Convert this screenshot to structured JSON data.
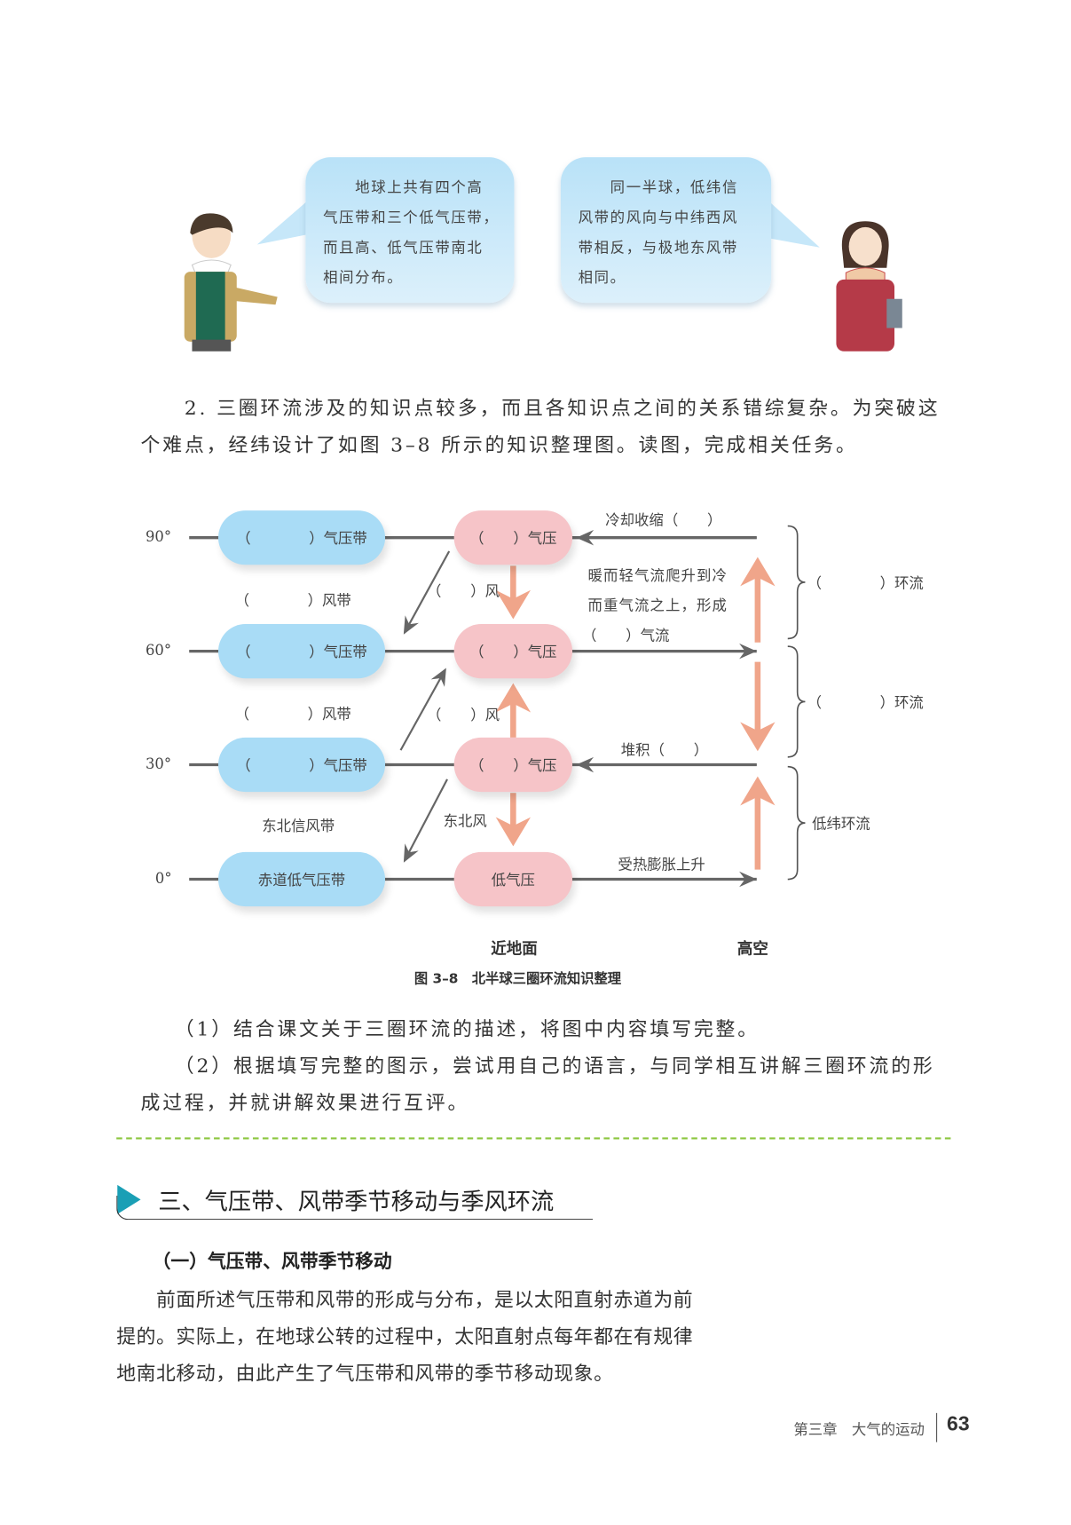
{
  "bubbles": [
    {
      "lines": [
        "　　地球上共有四个高",
        "气压带和三个低气压带，",
        "而且高、低气压带南北",
        "相间分布。"
      ]
    },
    {
      "lines": [
        "　　同一半球，低纬信",
        "风带的风向与中纬西风",
        "带相反，与极地东风带",
        "相同。"
      ]
    }
  ],
  "intro": {
    "line1": "2. 三圈环流涉及的知识点较多，而且各知识点之间的关系错综复杂。为突破这",
    "line2": "个难点，经纬设计了如图 3–8 所示的知识整理图。读图，完成相关任务。"
  },
  "diagram": {
    "latitudes": [
      "90°",
      "60°",
      "30°",
      "0°"
    ],
    "pressure_belts": [
      "（　　　　）气压带",
      "（　　　　）气压带",
      "（　　　　）气压带",
      "赤道低气压带"
    ],
    "surface_pressures": [
      "（　　）气压",
      "（　　）气压",
      "（　　）气压",
      "低气压"
    ],
    "wind_belts": [
      "（　　　　）风带",
      "（　　　　）风带",
      "东北信风带"
    ],
    "winds": [
      "（　　）风",
      "（　　）风",
      "东北风"
    ],
    "upper_labels": {
      "cooling": "冷却收缩（　　）",
      "warm1": "暖而轻气流爬升到冷",
      "warm2": "而重气流之上，形成",
      "warm3": "（　　）气流",
      "accumulate": "堆积（　　）",
      "heated": "受热膨胀上升"
    },
    "circulations": [
      "（　　　　）环流",
      "（　　　　）环流",
      "低纬环流"
    ],
    "axis_labels": {
      "surface": "近地面",
      "upper": "高空"
    },
    "caption": "图 3–8　北半球三圈环流知识整理",
    "colors": {
      "belt": "#a9dcf6",
      "pressure": "#f6c4c8",
      "vertical_arrow": "#f0a58a",
      "line": "#666666"
    }
  },
  "tasks": [
    "（1）结合课文关于三圈环流的描述，将图中内容填写完整。",
    "（2）根据填写完整的图示，尝试用自己的语言，与同学相互讲解三圈环流的形",
    "成过程，并就讲解效果进行互评。"
  ],
  "section": {
    "title": "三、气压带、风带季节移动与季风环流",
    "subtitle": "（一）气压带、风带季节移动",
    "body": [
      "　　前面所述气压带和风带的形成与分布，是以太阳直射赤道为前",
      "提的。实际上，在地球公转的过程中，太阳直射点每年都在有规律",
      "地南北移动，由此产生了气压带和风带的季节移动现象。"
    ],
    "accent": "#1a9fb5"
  },
  "footer": {
    "chapter": "第三章　大气的运动",
    "page": "63"
  }
}
